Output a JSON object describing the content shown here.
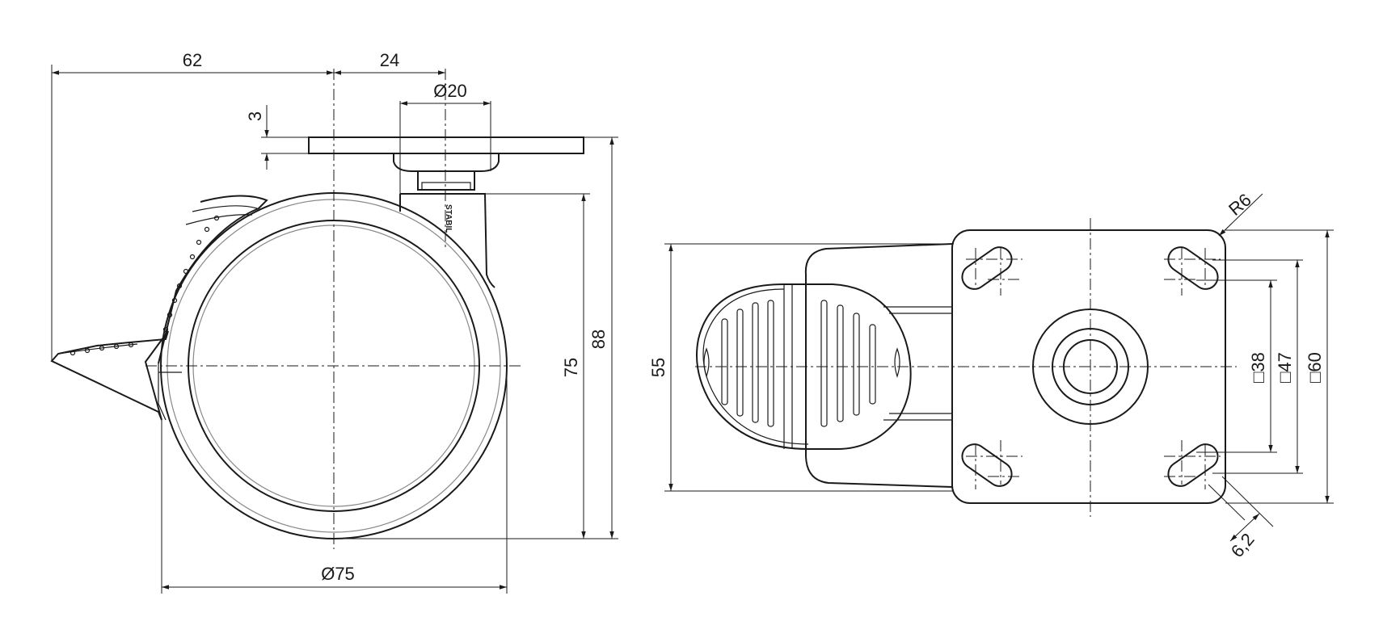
{
  "dimensions": {
    "offset_62": "62",
    "offset_24": "24",
    "shaft_dia": "Ø20",
    "plate_thickness": "3",
    "height_88": "88",
    "wheel_dia_75": "75",
    "wheel_dia_label": "Ø75",
    "width_55": "55",
    "hole_38": "□38",
    "hole_47": "□47",
    "plate_60": "□60",
    "radius_r6": "R6",
    "slot_6_2": "6,2"
  },
  "brand_mark": "STABIL",
  "views": [
    "side-view",
    "top-view"
  ]
}
